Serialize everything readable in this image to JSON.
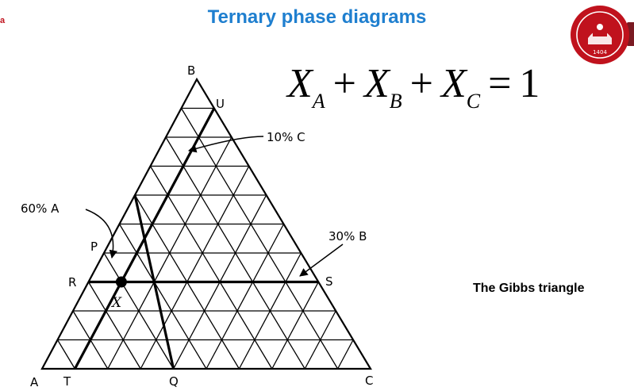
{
  "header": {
    "corner_text": "a",
    "title": "Ternary phase diagrams"
  },
  "logo": {
    "icon": "university-seal-icon",
    "year": "1404",
    "color": "#c0121d"
  },
  "equation": {
    "var": "X",
    "sub_a": "A",
    "sub_b": "B",
    "sub_c": "C",
    "plus": "+",
    "equals": "=",
    "rhs": "1"
  },
  "caption": "The Gibbs triangle",
  "diagram": {
    "vertices": {
      "top": "B",
      "left": "A",
      "right": "C"
    },
    "points": {
      "U": "U",
      "P": "P",
      "R": "R",
      "S": "S",
      "T": "T",
      "Q": "Q",
      "X": "X"
    },
    "annotations": {
      "c10": "10% C",
      "a60": "60% A",
      "b30": "30% B"
    }
  }
}
